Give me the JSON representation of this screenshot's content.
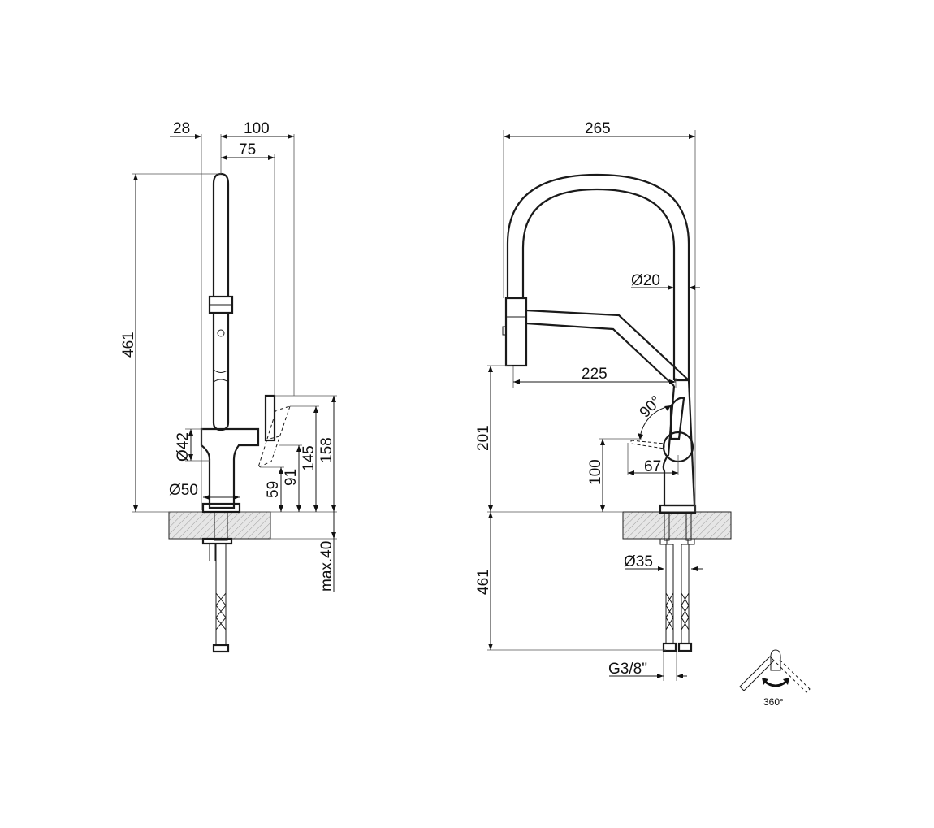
{
  "side_view": {
    "dims": {
      "d28": "28",
      "d100": "100",
      "d75": "75",
      "d461": "461",
      "d42": "Ø42",
      "d50": "Ø50",
      "d59": "59",
      "d91": "91",
      "d145": "145",
      "d158": "158",
      "dmax40": "max.40"
    }
  },
  "front_view": {
    "dims": {
      "d265": "265",
      "d20": "Ø20",
      "d225": "225",
      "d90": "90°",
      "d201": "201",
      "d100": "100",
      "d67": "67",
      "d461": "461",
      "d35": "Ø35",
      "dg38": "G3/8\""
    }
  },
  "rotation_icon": {
    "label": "360°"
  }
}
